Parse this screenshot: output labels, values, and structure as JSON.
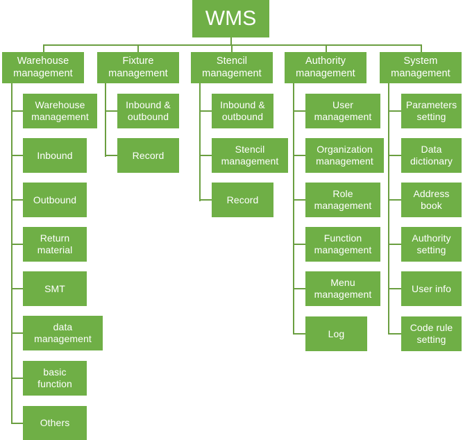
{
  "diagram": {
    "title": "WMS",
    "type": "org-tree",
    "colors": {
      "node_fill": "#6FAF46",
      "node_text": "#FFFFFF",
      "connector": "#6A9E40",
      "background": "#FFFFFF"
    },
    "root": {
      "label": "WMS"
    },
    "branches": [
      {
        "label": "Warehouse management",
        "children": [
          {
            "label": "Warehouse management"
          },
          {
            "label": "Inbound"
          },
          {
            "label": "Outbound"
          },
          {
            "label": "Return material"
          },
          {
            "label": "SMT"
          },
          {
            "label": "data management"
          },
          {
            "label": "basic function"
          },
          {
            "label": "Others"
          }
        ]
      },
      {
        "label": "Fixture management",
        "children": [
          {
            "label": "Inbound & outbound"
          },
          {
            "label": "Record"
          }
        ]
      },
      {
        "label": "Stencil management",
        "children": [
          {
            "label": "Inbound & outbound"
          },
          {
            "label": "Stencil management"
          },
          {
            "label": "Record"
          }
        ]
      },
      {
        "label": "Authority management",
        "children": [
          {
            "label": "User management"
          },
          {
            "label": "Organization management"
          },
          {
            "label": "Role management"
          },
          {
            "label": "Function management"
          },
          {
            "label": "Menu management"
          },
          {
            "label": "Log"
          }
        ]
      },
      {
        "label": "System management",
        "children": [
          {
            "label": "Parameters setting"
          },
          {
            "label": "Data dictionary"
          },
          {
            "label": "Address book"
          },
          {
            "label": "Authority setting"
          },
          {
            "label": "User info"
          },
          {
            "label": "Code rule setting"
          }
        ]
      }
    ]
  }
}
